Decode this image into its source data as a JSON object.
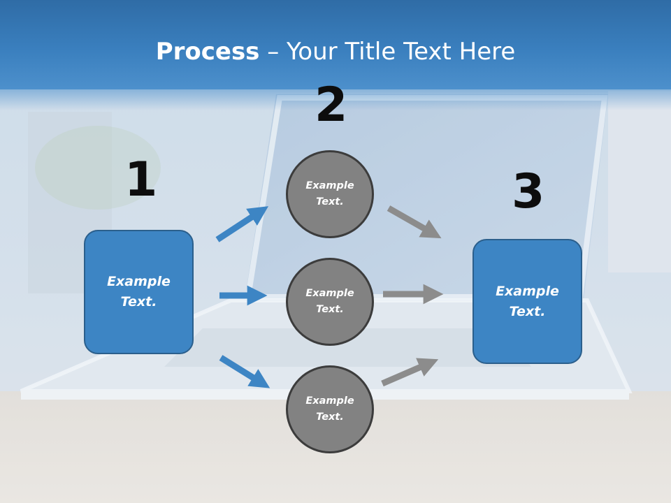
{
  "title": {
    "bold": "Process",
    "rest": " – Your Title Text Here"
  },
  "steps": {
    "one": {
      "number": "1",
      "text": "Example\nText."
    },
    "two": {
      "number": "2",
      "circles": [
        "Example\nText.",
        "Example\nText.",
        "Example\nText."
      ]
    },
    "three": {
      "number": "3",
      "text": "Example\nText."
    }
  },
  "colors": {
    "box_fill": "#3d85c4",
    "circle_fill": "#828282",
    "blue_arrow": "#3d85c4",
    "gray_arrow": "#8c8c8c",
    "title_bar": "#3a7fbe"
  }
}
